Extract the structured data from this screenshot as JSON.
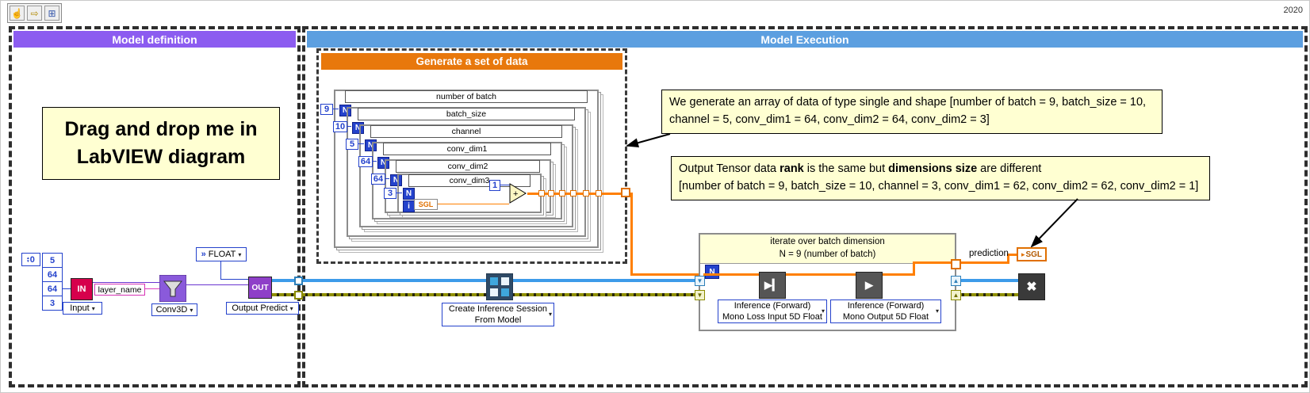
{
  "window": {
    "version": "2020"
  },
  "ui": {
    "caret": "▾",
    "down": "▼",
    "up": "▲",
    "spin_up": "▴",
    "spin_down": "▾",
    "icons": {
      "hand": "☝",
      "arrow": "⇨",
      "grid": "⊞",
      "play_loss": "▶▎",
      "play_output": "▶",
      "destroy": "✖",
      "indicator": "▸"
    }
  },
  "colors": {
    "definition_banner": "#8C5CF0",
    "execution_banner": "#5C9FE0",
    "generate_banner": "#E8780C",
    "comment_bg": "#FFFFD2",
    "wire_session": "#3D9BE9",
    "wire_data": "#FF7F00",
    "wire_error": "#8F8F00",
    "terminal_blue": "#2442CC",
    "in_node": "#D6004C",
    "out_node": "#8E3FC8",
    "string_pink": "#D633B5"
  },
  "definition": {
    "banner": "Model definition",
    "note_line1": "Drag and drop me in",
    "note_line2": "LabVIEW diagram",
    "array_index": "0",
    "array_values": [
      "5",
      "64",
      "64",
      "3"
    ],
    "in_text": "IN",
    "input_label": "Input",
    "layer_name": "layer_name",
    "conv3d_label": "Conv3D",
    "float_prefix": "»",
    "float_label": "FLOAT",
    "out_text": "OUT",
    "output_label": "Output Predict"
  },
  "execution": {
    "banner": "Model Execution",
    "generate": {
      "banner": "Generate a set of data",
      "n": "N",
      "i": "i",
      "sgl": "SGL",
      "one": "1",
      "plus": "+",
      "loops": [
        {
          "label": "number of batch",
          "count": "9"
        },
        {
          "label": "batch_size",
          "count": "10"
        },
        {
          "label": "channel",
          "count": "5"
        },
        {
          "label": "conv_dim1",
          "count": "64"
        },
        {
          "label": "conv_dim2",
          "count": "64"
        },
        {
          "label": "conv_dim3",
          "count": "3"
        }
      ]
    },
    "comment1": {
      "line1": "We generate an array of data of type single and shape [number of batch = 9, batch_size = 10,",
      "line2": "channel = 5, conv_dim1 = 64, conv_dim2 = 64, conv_dim2 = 3]"
    },
    "comment2": {
      "s1": "Output Tensor data ",
      "b1": "rank",
      "s2": " is the same but ",
      "b2": "dimensions size",
      "s3": " are different",
      "line2": "[number of batch = 9, batch_size = 10, channel = 3, conv_dim1 = 62, conv_dim2 = 62, conv_dim2 = 1]"
    },
    "create_session": {
      "line1": "Create Inference Session",
      "line2": "From Model"
    },
    "batch_loop": {
      "line1": "iterate over batch dimension",
      "line2": "N = 9 (number of batch)",
      "n": "N"
    },
    "inference_loss": {
      "line1": "Inference (Forward)",
      "line2": "Mono Loss Input 5D Float"
    },
    "inference_output": {
      "line1": "Inference (Forward)",
      "line2": "Mono Output 5D Float"
    },
    "prediction": {
      "label": "prediction",
      "type": "SGL"
    }
  }
}
